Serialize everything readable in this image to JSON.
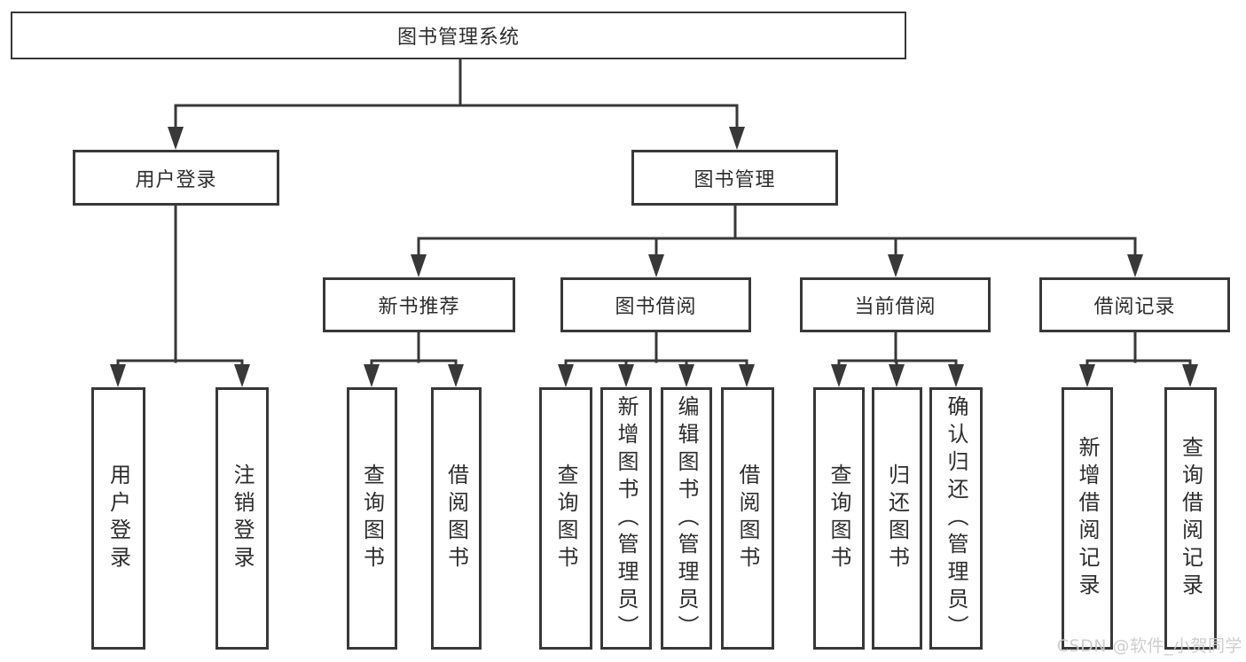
{
  "tree": {
    "label": "图书管理系统",
    "children": [
      {
        "label": "用户登录",
        "children": [
          {
            "label": "用户登录"
          },
          {
            "label": "注销登录"
          }
        ]
      },
      {
        "label": "图书管理",
        "children": [
          {
            "label": "新书推荐",
            "children": [
              {
                "label": "查询图书"
              },
              {
                "label": "借阅图书"
              }
            ]
          },
          {
            "label": "图书借阅",
            "children": [
              {
                "label": "查询图书"
              },
              {
                "label": "新增图书（管理员）"
              },
              {
                "label": "编辑图书（管理员）"
              },
              {
                "label": "借阅图书"
              }
            ]
          },
          {
            "label": "当前借阅",
            "children": [
              {
                "label": "查询图书"
              },
              {
                "label": "归还图书"
              },
              {
                "label": "确认归还（管理员）"
              }
            ]
          },
          {
            "label": "借阅记录",
            "children": [
              {
                "label": "新增借阅记录"
              },
              {
                "label": "查询借阅记录"
              }
            ]
          }
        ]
      }
    ]
  },
  "watermark": {
    "text": "CSDN @软件_小贺同学"
  },
  "colors": {
    "line": "#383838",
    "box_border": "#383838",
    "text": "#2d2d2d",
    "watermark": "#cbcbcb",
    "background": "#ffffff"
  }
}
